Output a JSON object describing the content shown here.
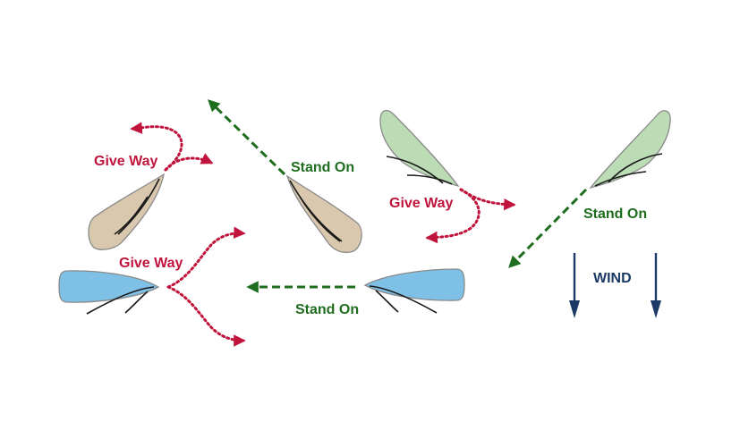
{
  "labels": {
    "give_way": "Give Way",
    "stand_on": "Stand On",
    "wind": "WIND"
  },
  "colors": {
    "give_way": "#c0143c",
    "stand_on": "#1f6e1f",
    "wind": "#1b3a66",
    "hull_tan": "#d9c8ae",
    "hull_green": "#bcdcb5",
    "hull_blue": "#7fc0e6",
    "hull_outline": "#8a8a8a",
    "sail": "#1a1a1a"
  },
  "icons": [
    "boat-icon",
    "path-arrow-icon",
    "wind-arrow-icon"
  ]
}
